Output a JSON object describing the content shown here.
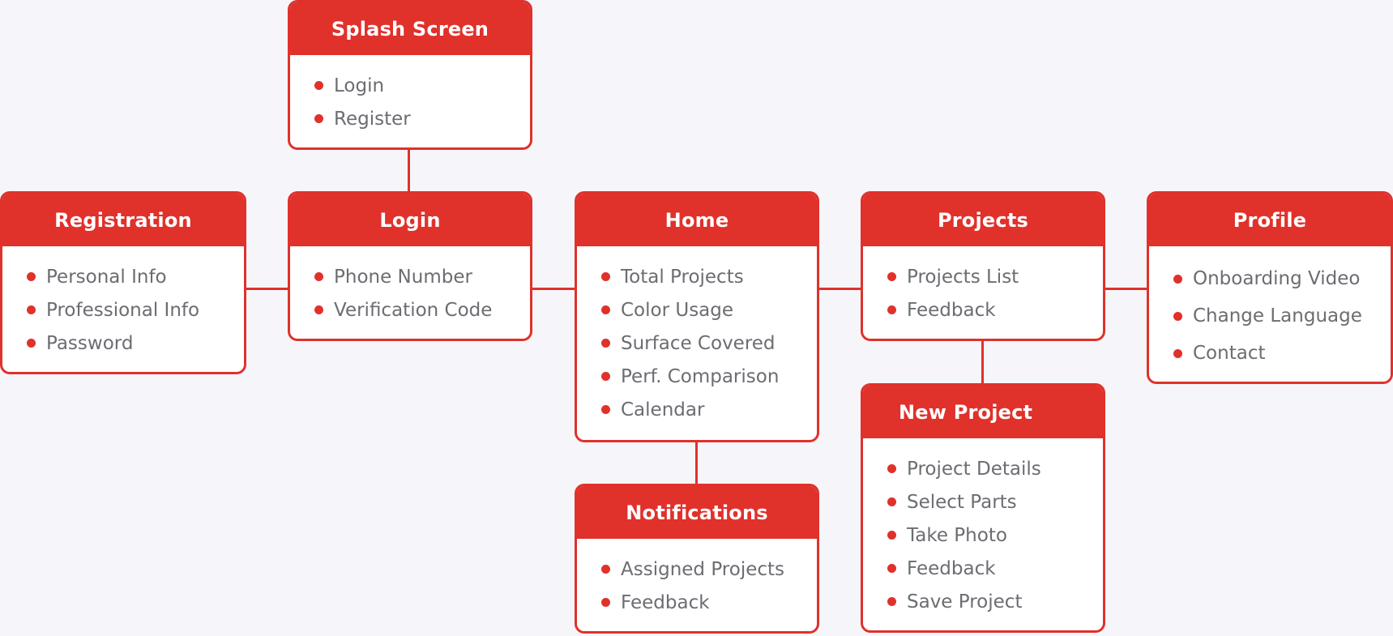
{
  "brand_color": "#e0312b",
  "background_color": "#f6f6fa",
  "text_color": "#6c6c72",
  "cards": [
    {
      "id": "splash-screen",
      "title": "Splash Screen",
      "items": [
        "Login",
        "Register"
      ]
    },
    {
      "id": "registration",
      "title": "Registration",
      "items": [
        "Personal Info",
        "Professional Info",
        "Password"
      ]
    },
    {
      "id": "login",
      "title": "Login",
      "items": [
        "Phone Number",
        "Verification Code"
      ]
    },
    {
      "id": "home",
      "title": "Home",
      "items": [
        "Total Projects",
        "Color Usage",
        "Surface Covered",
        "Perf. Comparison",
        "Calendar"
      ]
    },
    {
      "id": "projects",
      "title": "Projects",
      "items": [
        "Projects List",
        "Feedback"
      ]
    },
    {
      "id": "profile",
      "title": "Profile",
      "items": [
        "Onboarding Video",
        "Change Language",
        "Contact"
      ]
    },
    {
      "id": "notifications",
      "title": "Notifications",
      "items": [
        "Assigned Projects",
        "Feedback"
      ]
    },
    {
      "id": "new-project",
      "title": "New Project",
      "items": [
        "Project Details",
        "Select Parts",
        "Take Photo",
        "Feedback",
        "Save Project"
      ]
    }
  ],
  "connections": [
    {
      "from": "splash-screen",
      "to": "login"
    },
    {
      "from": "registration",
      "to": "login"
    },
    {
      "from": "login",
      "to": "home"
    },
    {
      "from": "home",
      "to": "projects"
    },
    {
      "from": "projects",
      "to": "profile"
    },
    {
      "from": "home",
      "to": "notifications"
    },
    {
      "from": "projects",
      "to": "new-project"
    }
  ]
}
